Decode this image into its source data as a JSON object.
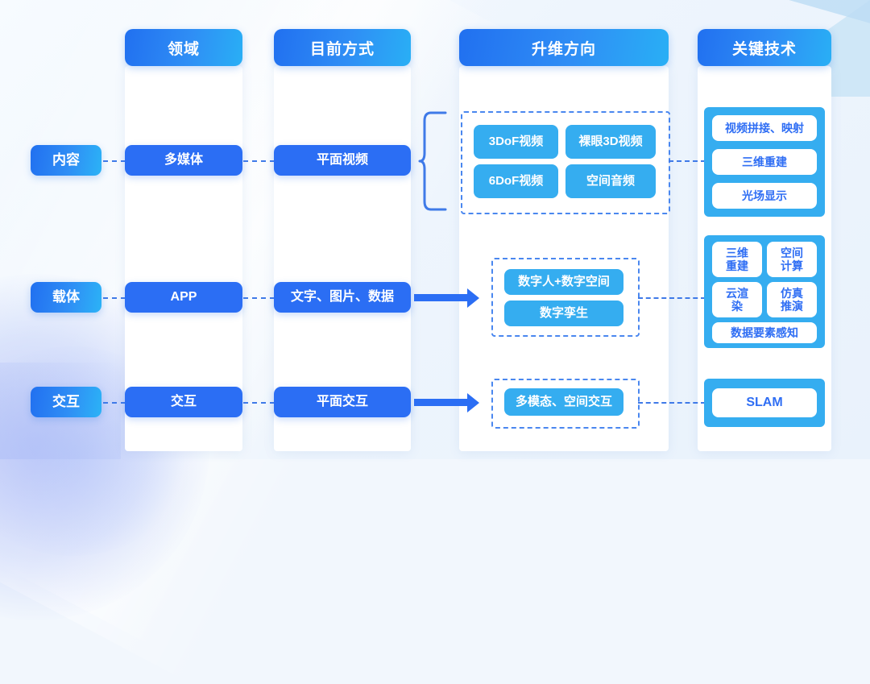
{
  "columns": [
    {
      "header": "领域"
    },
    {
      "header": "目前方式"
    },
    {
      "header": "升维方向"
    },
    {
      "header": "关键技术"
    }
  ],
  "rows": [
    {
      "label": "内容",
      "domain": "多媒体",
      "current": "平面视频",
      "upgrade_items": [
        "3DoF视频",
        "裸眼3D视频",
        "6DoF视频",
        "空间音频"
      ],
      "tech_items": [
        "视频拼接、映射",
        "三维重建",
        "光场显示"
      ]
    },
    {
      "label": "载体",
      "domain": "APP",
      "current": "文字、图片、数据",
      "upgrade_items": [
        "数字人+数字空间",
        "数字孪生"
      ],
      "tech_items": [
        "三维重建",
        "空间计算",
        "云渲染",
        "仿真推演",
        "数据要素感知"
      ]
    },
    {
      "label": "交互",
      "domain": "交互",
      "current": "平面交互",
      "upgrade_items": [
        "多模态、空间交互"
      ],
      "tech_items": [
        "SLAM"
      ]
    }
  ],
  "tech_wrapped": {
    "row2_a": "三维\n重建",
    "row2_b": "空间\n计算",
    "row2_c": "云渲\n染",
    "row2_d": "仿真\n推演"
  },
  "colors": {
    "accent_blue": "#2b6ef4",
    "light_blue": "#35adf0",
    "gradient_start": "#2170f0",
    "gradient_end": "#2bb3f6",
    "dashed_border": "#4a87ef",
    "background": "#eef5fd",
    "panel": "#ffffff"
  }
}
